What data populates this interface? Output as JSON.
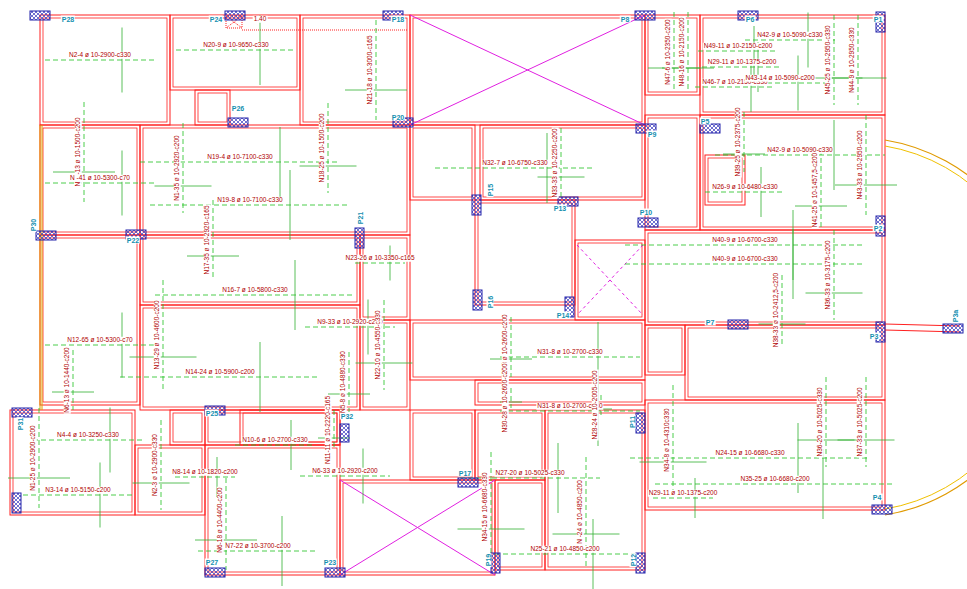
{
  "diagram": {
    "labels": [
      "P28",
      "P24",
      "P18",
      "P8",
      "P6",
      "P1",
      "P26",
      "P20",
      "P5",
      "P9",
      "P15",
      "P13",
      "P10",
      "P2",
      "P21",
      "P22",
      "P30",
      "P16",
      "P14",
      "P7",
      "P3",
      "P3a",
      "P32",
      "P25",
      "P31",
      "P11",
      "P17",
      "P4",
      "P27",
      "P23",
      "P19",
      "P12",
      "N2-4 ø 10-2900-c330",
      "N20-9 ø 10-9650-c330",
      "1.40",
      "N21-18 ø 10-3000-c165",
      "N18-13 ø 10-1500-c200",
      "N -41 ø 10-5300-c70",
      "N19-4 ø 10-7100-c330",
      "N18-25 ø 10-1500-c200",
      "N1-35 ø 10-2920-c200",
      "N19-8 ø 10-7100-c330",
      "N17-35 ø 10-2920-c165",
      "N16-7 ø 10-5800-c330",
      "N23-26 ø 10-3350-c165",
      "N12-65 ø 10-5300-c70",
      "N13-29 ø 10-4600-c200",
      "N14-24 ø 10-5900-c200",
      "N9-33 ø 10-2920-c200",
      "N5-8 ø 10-4880-c330",
      "N22-10 ø 10-4550-c330",
      "N6-13 ø 10-1440-c200",
      "N4-4 ø 10-3250-c330",
      "N1-25 ø 10-2900-c200",
      "N3-14 ø 10-5150-c200",
      "N2-3 ø 10-2900-c330",
      "N8-14 ø 10-1820-c200",
      "N10-6 ø 10-2700-c330",
      "N11-11 ø 10-2220-c165",
      "N6-18 ø 10-4400-c200",
      "N6-33 ø 10-2920-c200",
      "N7-22 ø 10-3700-c200",
      "N32-7 ø 10-6750-c330",
      "N33-33 ø 10-2250-c200",
      "N47-6 ø 10-2350-c200",
      "N48-16 ø 10-2150-c200",
      "N49-11 ø 10-2150-c200",
      "N29-11 ø 10-1375-c200",
      "N46-7 ø 10-2150-c330",
      "N42-9 ø 10-5090-c330",
      "N45-25 ø 10-2950-c330",
      "N43-14 ø 10-5090-c200",
      "N44-9 ø 10-2950-c330",
      "N39-25 ø 10-2375-c200",
      "N42-9 ø 10-5090-c330",
      "N43-33 ø 10-2950-c200",
      "N26-9 ø 10-6480-c330",
      "N41-25 ø 10-1457,5-c200",
      "N40-9 ø 10-6700-c330",
      "N40-9 ø 10-6700-c330",
      "N36-33 ø 10-3175-c200",
      "N38-33 ø 10-2412,5-c200",
      "N30-8 ø 10-2600-c200",
      "N31-8 ø 10-2700-c330",
      "N30-28 ø 10-2600-c200",
      "N31-8 ø 10-2700-c330",
      "N28-24 ø 10-2005-c200",
      "N34-8 ø 10-4310c330",
      "N24-15 ø 10-6680-c330",
      "N36-20 ø 10-5025-c330",
      "N37-33 ø 10-5025-c200",
      "N35-25 ø 10-6680-c200",
      "N27-20 ø 10-5025-c330",
      "N29-11 ø 10-1375-c200",
      "N34-15 ø 10-6680-c330",
      "N -24 ø 10-4850-c200",
      "N25-21 ø 10-4850-c200"
    ]
  }
}
